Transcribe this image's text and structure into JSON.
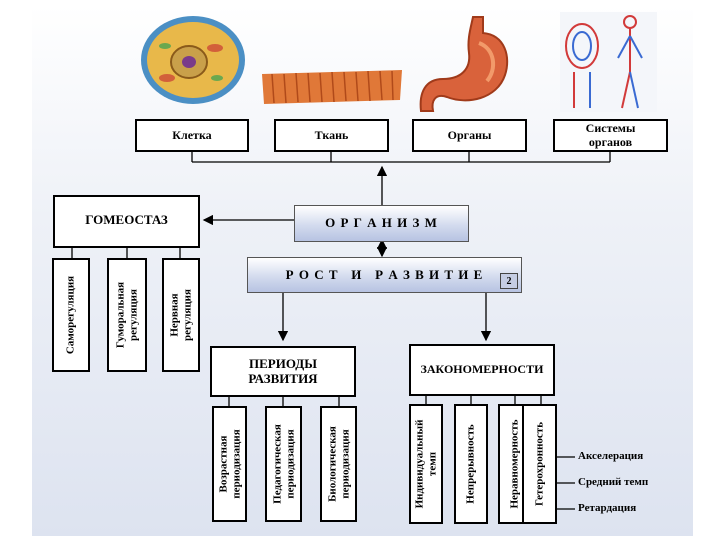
{
  "structure": {
    "cell": "Клетка",
    "tissue": "Ткань",
    "organs": "Органы",
    "systems": "Системы органов"
  },
  "center": {
    "organism": "О Р Г А Н И З М",
    "growth": "Р О С Т   И   Р А З В И Т И Е",
    "badge": "2"
  },
  "homeostasis": {
    "title": "ГОМЕОСТАЗ",
    "items": [
      "Саморегуляция",
      "Гуморальная регуляция",
      "Нервная регуляция"
    ]
  },
  "periods": {
    "title": "ПЕРИОДЫ РАЗВИТИЯ",
    "items": [
      "Возрастная периодизация",
      "Педагогическая периодизация",
      "Биологическая периодизация"
    ]
  },
  "patterns": {
    "title": "ЗАКОНОМЕРНОСТИ",
    "items": [
      "Индивидуальный темп",
      "Непрерывность",
      "Неравномерность",
      "Гетерохронность"
    ]
  },
  "tempo": {
    "items": [
      "Акселерация",
      "Средний темп",
      "Ретардация"
    ]
  }
}
